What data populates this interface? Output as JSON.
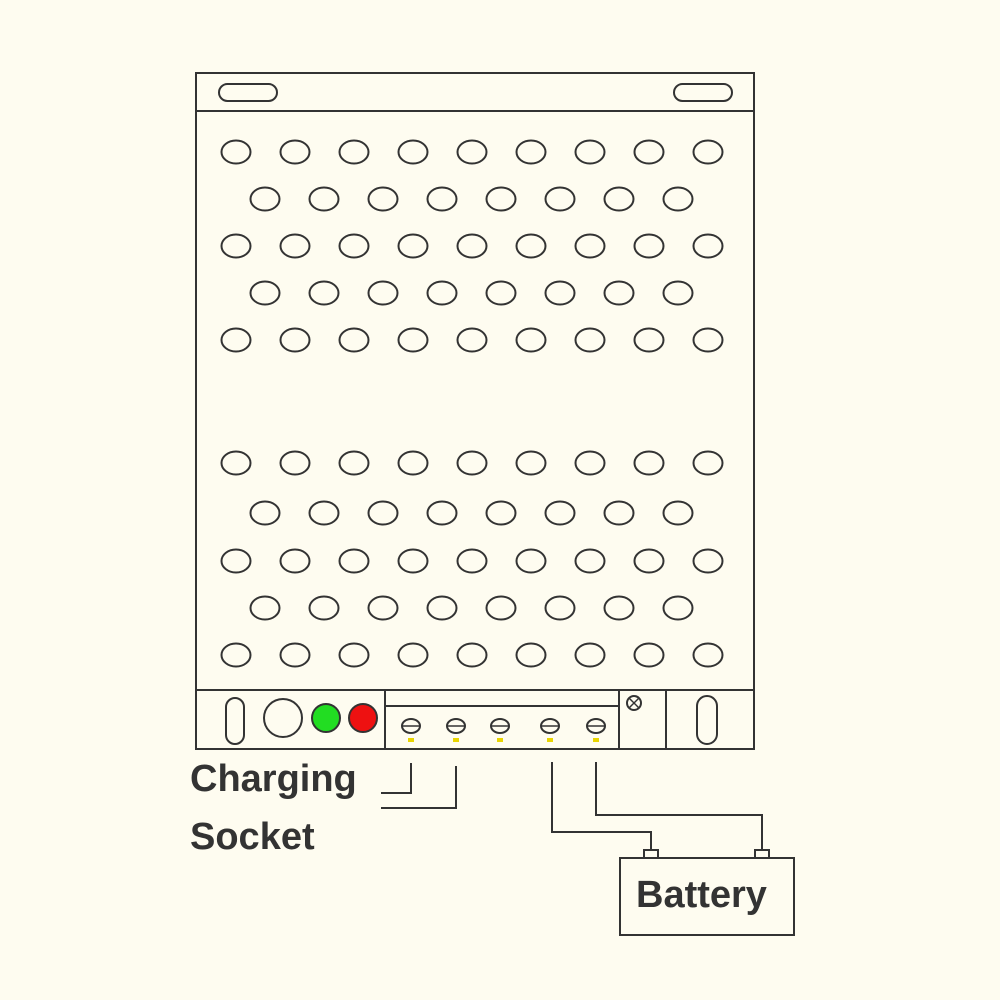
{
  "labels": {
    "charging": "Charging",
    "socket": "Socket",
    "battery": "Battery"
  },
  "colors": {
    "background": "#fefcf0",
    "line": "#333333",
    "led_green": "#22dd22",
    "led_red": "#ee1111",
    "terminal_mark": "#e8d400"
  },
  "indicators": [
    {
      "name": "power-indicator",
      "color": "green"
    },
    {
      "name": "charge-indicator",
      "color": "red"
    }
  ],
  "terminals_count": 5,
  "vent_rows": [
    9,
    8,
    9,
    8,
    9,
    9,
    8,
    9,
    8,
    9
  ]
}
